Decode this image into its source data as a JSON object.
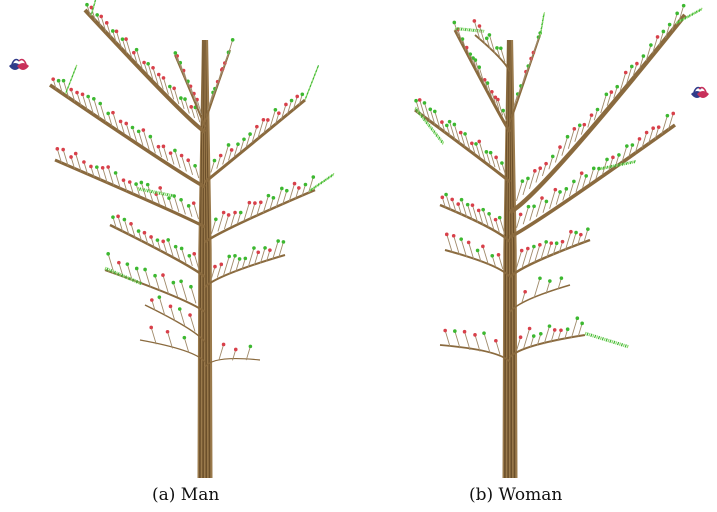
{
  "figure": {
    "panels": [
      {
        "id": "man",
        "caption": "(a) Man"
      },
      {
        "id": "woman",
        "caption": "(b) Woman"
      }
    ]
  },
  "colors": {
    "trunk": "#6b4f2a",
    "trunk_light": "#9a7a4c",
    "branch": "#8a6a3e",
    "twig": "#a08a6a",
    "leaf_green": "#3cb830",
    "leaf_light": "#8fd870",
    "leaf_red": "#d8404a",
    "bird_blue": "#303c8a",
    "bird_red": "#c8305a"
  },
  "icons": [
    "tree-icon",
    "leaf-icon",
    "bird-icon"
  ]
}
